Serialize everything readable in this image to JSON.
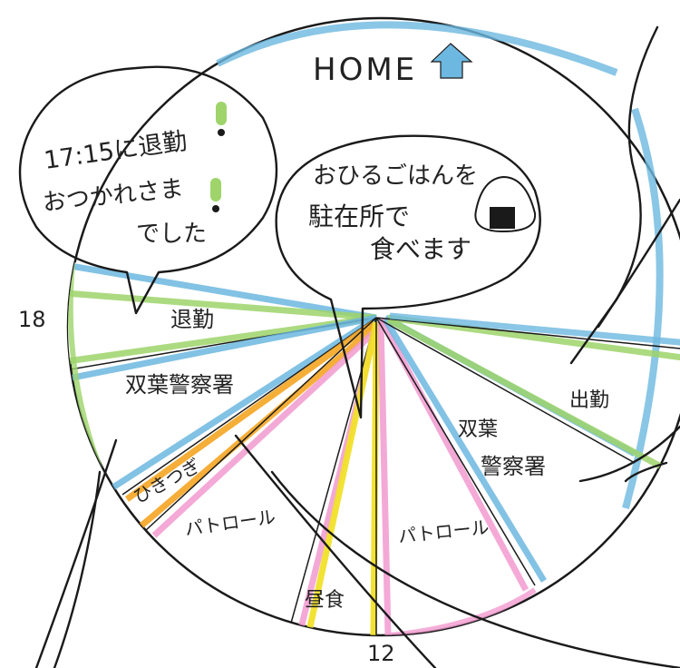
{
  "home": {
    "label": "HOME"
  },
  "clock": {
    "label_18": "18",
    "label_12": "12"
  },
  "segments": {
    "taikin": "退勤",
    "futaba_left": "双葉警察署",
    "hikitsugi": "ひきつぎ",
    "patrol_left": "パトロール",
    "chushoku": "昼食",
    "patrol_right": "パトロール",
    "futaba_right_1": "双葉",
    "futaba_right_2": "警察署",
    "shukkin": "出勤"
  },
  "bubbles": {
    "left": {
      "line1": "17:15に退勤",
      "line2": "おつかれさま",
      "line3": "でした"
    },
    "center": {
      "line1": "おひるごはんを",
      "line2": "駐在所で",
      "line3": "食べます"
    }
  },
  "colors": {
    "blue": "#6db8e0",
    "green": "#9ed46a",
    "pink": "#f29bd0",
    "yellow": "#f2e12a",
    "orange": "#f5a623"
  }
}
